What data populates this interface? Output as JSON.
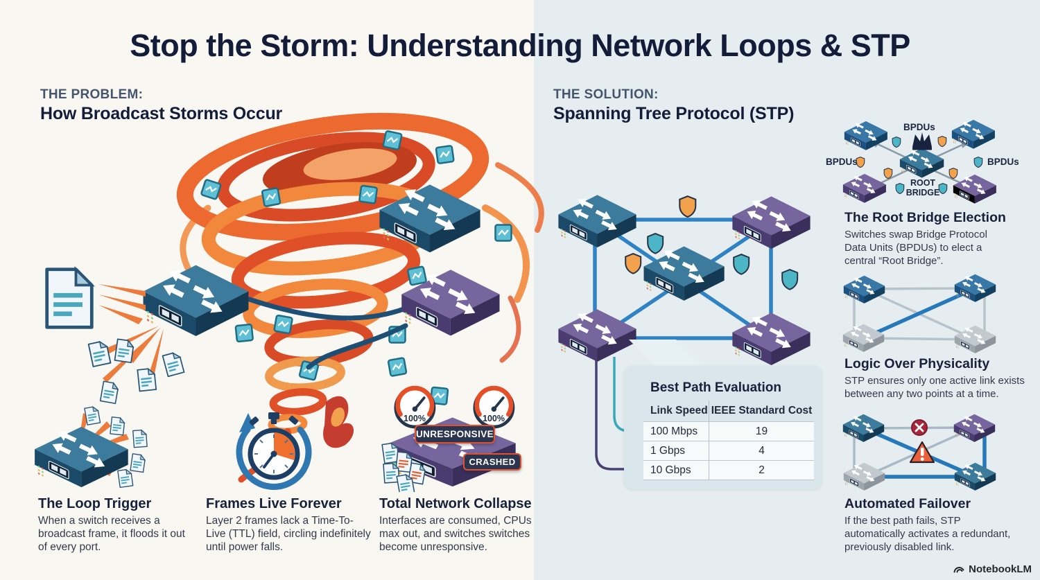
{
  "title": "Stop the Storm: Understanding Network Loops & STP",
  "problem": {
    "kicker": "THE PROBLEM:",
    "heading": "How Broadcast Storms Occur",
    "cards": [
      {
        "title": "The Loop Trigger",
        "body": "When a switch receives a broadcast frame, it floods it out of every port."
      },
      {
        "title": "Frames Live Forever",
        "body": "Layer 2 frames lack a Time-To-Live (TTL) field, circling indefinitely until power falls."
      },
      {
        "title": "Total Network Collapse",
        "body": "Interfaces are consumed, CPUs max out, and switches switches become unresponsive."
      }
    ],
    "collapse_labels": {
      "unresponsive": "UNRESPONSIVE",
      "crashed": "CRASHED",
      "gauge_left": "100%",
      "gauge_right": "100%"
    }
  },
  "solution": {
    "kicker": "THE SOLUTION:",
    "heading": "Spanning Tree Protocol (STP)",
    "root_diagram": {
      "bpdus_top": "BPDUs",
      "bpdus_left": "BPDUs",
      "bpdus_right": "BPDUs",
      "root_label": "ROOT BRIDGE"
    },
    "panels": [
      {
        "title": "The Root Bridge Election",
        "body": "Switches swap Bridge Protocol Data Units (BPDUs) to elect a central “Root Bridge”."
      },
      {
        "title": "Logic Over Physicality",
        "body": "STP ensures only one active link exists between any two points at a time."
      },
      {
        "title": "Automated Failover",
        "body": "If the best path fails, STP automatically activates a redundant, previously disabled link."
      }
    ],
    "table": {
      "title": "Best Path Evaluation",
      "headers": [
        "Link Speed",
        "IEEE Standard Cost"
      ],
      "rows": [
        [
          "100 Mbps",
          "19"
        ],
        [
          "1 Gbps",
          "4"
        ],
        [
          "10 Gbps",
          "2"
        ]
      ]
    }
  },
  "footer": {
    "brand": "NotebookLM"
  },
  "colors": {
    "background_left": "#f9f7f2",
    "background_right": "#e5edf0",
    "heading": "#131c38",
    "kicker": "#45556c",
    "link_blue": "#2f82c4",
    "shield_orange": "#f2a24d",
    "shield_teal": "#4db6c6",
    "tornado_orange": "#e85c2a",
    "alert_red": "#a8273b",
    "warning_orange": "#e8603c",
    "badge_border": "#e2512e"
  }
}
